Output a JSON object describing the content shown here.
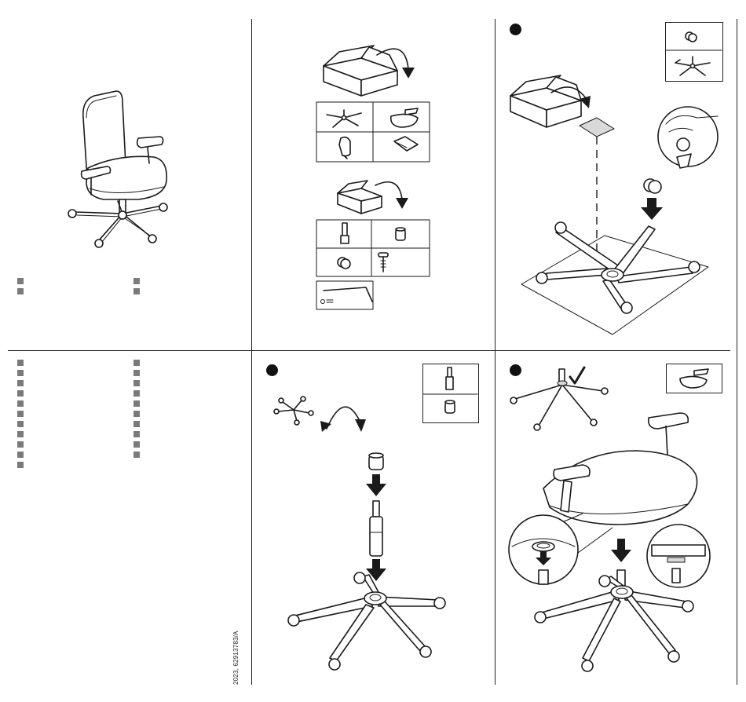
{
  "document": {
    "code": "2023, 62913783/A"
  },
  "steps": [
    {
      "id": "step-1",
      "marker": "●"
    },
    {
      "id": "step-2",
      "marker": "●"
    },
    {
      "id": "step-3",
      "marker": "●"
    }
  ],
  "legend_left_top": {
    "col1_count": 2,
    "col2_count": 2
  },
  "legend_left_bottom": {
    "col1_count": 11,
    "col2_count": 10
  },
  "icons": [
    "office-chair-illustration",
    "open-box-icon",
    "star-base-icon",
    "seat-icon",
    "backrest-icon",
    "armrest-pads-icon",
    "gas-lift-icon",
    "cover-cap-icon",
    "caster-icon",
    "bolt-icon",
    "hex-key-icon",
    "down-arrow-icon",
    "check-mark-icon",
    "curved-flip-arrow-icon"
  ]
}
